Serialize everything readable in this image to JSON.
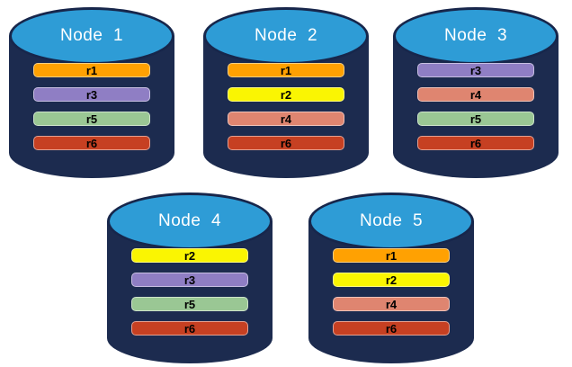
{
  "palette": {
    "canvas_bg": "#FFFFFF",
    "cyl_body": "#1C2B4F",
    "cyl_top": "#2E9CD6",
    "cyl_outline": "#17264B",
    "title_text": "#FFFFFF",
    "bar_text": "#000000"
  },
  "replica_colors": {
    "r1": "#FFA102",
    "r2": "#FAF502",
    "r3": "#8F7EC4",
    "r4": "#DF8570",
    "r5": "#9AC794",
    "r6": "#C64022"
  },
  "nodes": [
    {
      "title": "Node  1",
      "bars": [
        {
          "label": "r1",
          "color": "#FFA102"
        },
        {
          "label": "r3",
          "color": "#8F7EC4"
        },
        {
          "label": "r5",
          "color": "#9AC794"
        },
        {
          "label": "r6",
          "color": "#C64022"
        }
      ]
    },
    {
      "title": "Node  2",
      "bars": [
        {
          "label": "r1",
          "color": "#FFA102"
        },
        {
          "label": "r2",
          "color": "#FAF502"
        },
        {
          "label": "r4",
          "color": "#DF8570"
        },
        {
          "label": "r6",
          "color": "#C64022"
        }
      ]
    },
    {
      "title": "Node  3",
      "bars": [
        {
          "label": "r3",
          "color": "#8F7EC4"
        },
        {
          "label": "r4",
          "color": "#DF8570"
        },
        {
          "label": "r5",
          "color": "#9AC794"
        },
        {
          "label": "r6",
          "color": "#C64022"
        }
      ]
    },
    {
      "title": "Node  4",
      "bars": [
        {
          "label": "r2",
          "color": "#FAF502"
        },
        {
          "label": "r3",
          "color": "#8F7EC4"
        },
        {
          "label": "r5",
          "color": "#9AC794"
        },
        {
          "label": "r6",
          "color": "#C64022"
        }
      ]
    },
    {
      "title": "Node  5",
      "bars": [
        {
          "label": "r1",
          "color": "#FFA102"
        },
        {
          "label": "r2",
          "color": "#FAF502"
        },
        {
          "label": "r4",
          "color": "#DF8570"
        },
        {
          "label": "r6",
          "color": "#C64022"
        }
      ]
    }
  ]
}
